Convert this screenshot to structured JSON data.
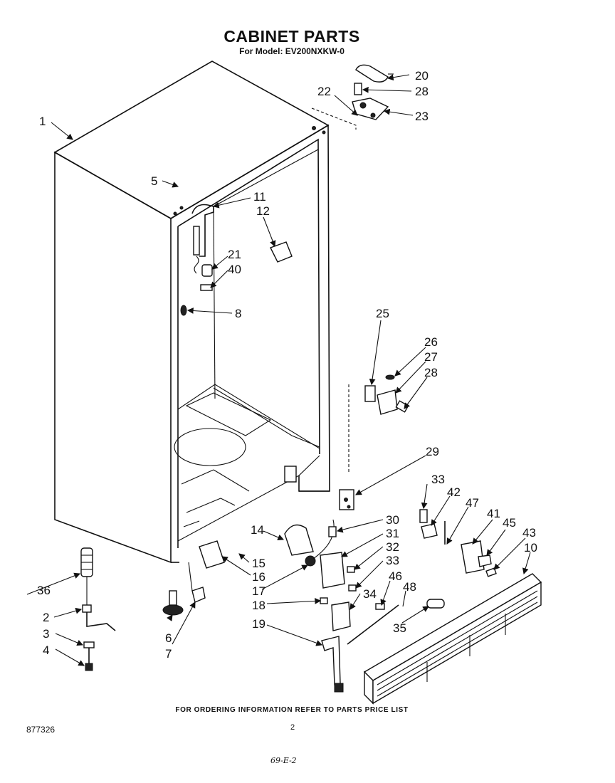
{
  "title": "CABINET PARTS",
  "subtitle": "For Model: EV200NXKW-0",
  "footer_note": "FOR ORDERING INFORMATION REFER TO PARTS PRICE LIST",
  "document_code": "877326",
  "page_number": "2",
  "handwritten_note": "69-E-2",
  "callouts": [
    "1",
    "2",
    "3",
    "4",
    "5",
    "6",
    "7",
    "8",
    "10",
    "11",
    "12",
    "14",
    "15",
    "16",
    "17",
    "18",
    "19",
    "20",
    "21",
    "22",
    "23",
    "25",
    "26",
    "27",
    "28",
    "28",
    "29",
    "30",
    "31",
    "32",
    "33",
    "33",
    "34",
    "35",
    "36",
    "40",
    "41",
    "42",
    "43",
    "45",
    "46",
    "47",
    "48"
  ]
}
